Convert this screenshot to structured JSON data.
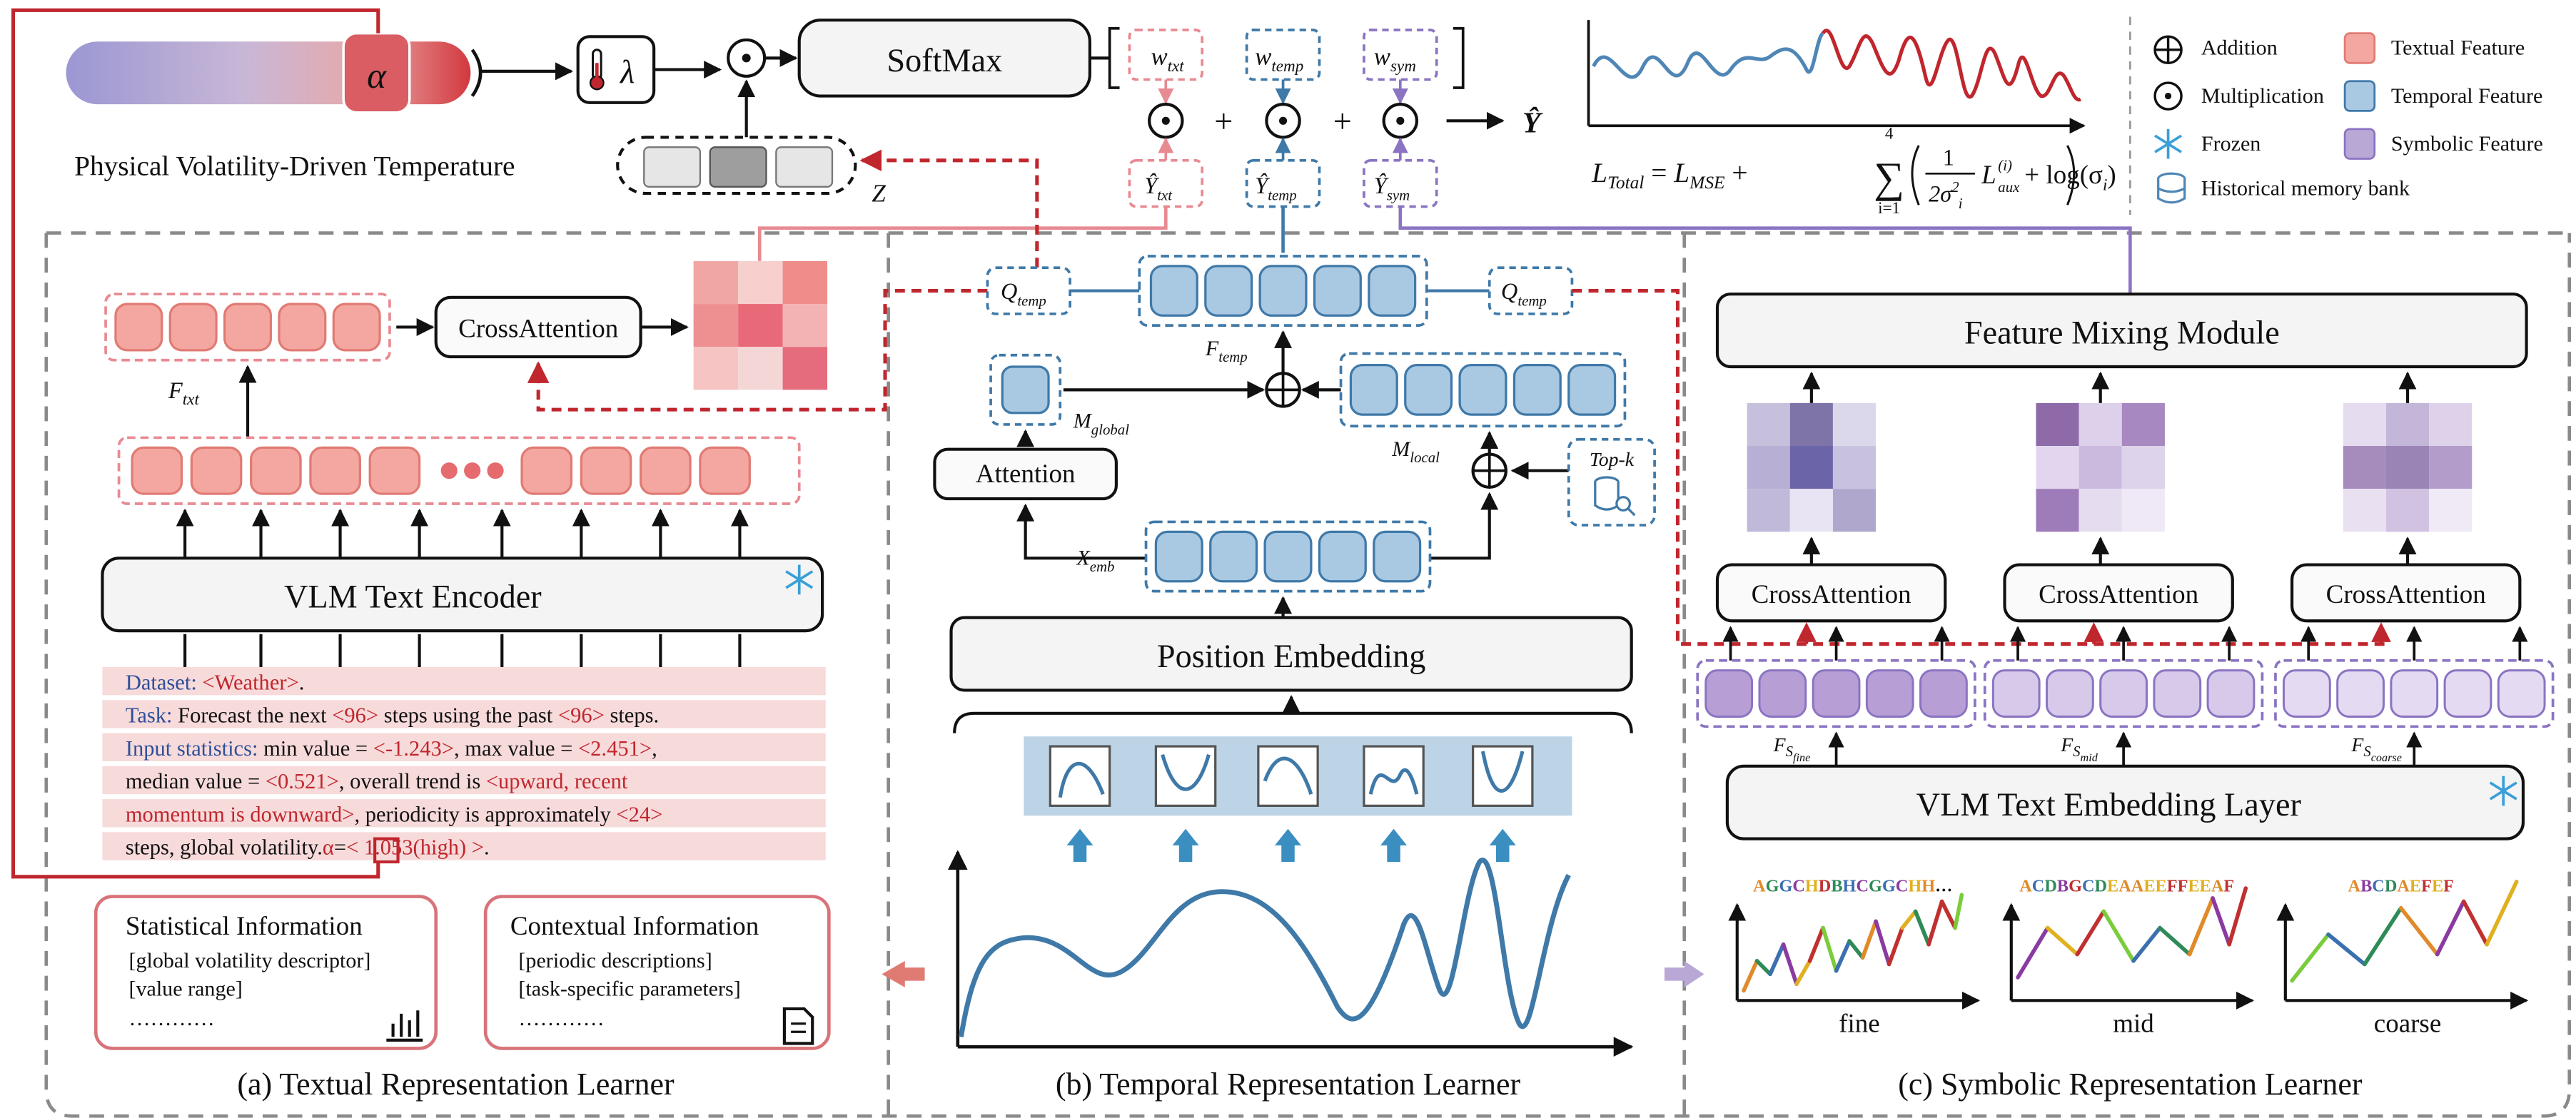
{
  "top": {
    "temperature_caption": "Physical Volatility-Driven Temperature",
    "alpha_symbol": "α",
    "lambda_symbol": "λ",
    "softmax_label": "SoftMax",
    "z_label": "Z",
    "weights": [
      "w",
      "w",
      "w"
    ],
    "weight_subs": [
      "txt",
      "temp",
      "sym"
    ],
    "yhat_subs": [
      "txt",
      "temp",
      "sym"
    ],
    "y_symbol": "Y",
    "y_output": "Ŷ",
    "plus": "+",
    "loss_formula_parts": {
      "lhs": "L",
      "lhs_sub": "Total",
      "eq": " = ",
      "mse": "L",
      "mse_sub": "MSE",
      "plus": " + ",
      "sum_top": "4",
      "sum_bottom": "i=1",
      "frac_num": "1",
      "frac_den": "2σ",
      "frac_den_sup": "2",
      "frac_den_sub": "i",
      "aux": "L",
      "aux_sup": "(i)",
      "aux_sub": "aux",
      "log_term": " + log(σ",
      "log_sub": "i",
      "log_close": ")"
    }
  },
  "legend": {
    "items": [
      {
        "icon": "addition-icon",
        "label": "Addition"
      },
      {
        "icon": "multiplication-icon",
        "label": "Multiplication"
      },
      {
        "icon": "frozen-icon",
        "label": "Frozen"
      },
      {
        "icon": "memory-bank-icon",
        "label": "Historical memory bank"
      },
      {
        "icon": "textual-swatch",
        "label": "Textual Feature",
        "color": "#f4a7a0"
      },
      {
        "icon": "temporal-swatch",
        "label": "Temporal Feature",
        "color": "#a9c8e2"
      },
      {
        "icon": "symbolic-swatch",
        "label": "Symbolic Feature",
        "color": "#b9a8d6"
      }
    ]
  },
  "panel_a": {
    "caption": "(a) Textual Representation Learner",
    "cross_attention": "CrossAttention",
    "f_txt": "F",
    "f_txt_sub": "txt",
    "encoder": "VLM Text Encoder",
    "prompt_lines": [
      [
        {
          "t": "Dataset: ",
          "c": "blue"
        },
        {
          "t": "<Weather>",
          "c": "red"
        },
        {
          "t": ".",
          "c": "black"
        }
      ],
      [
        {
          "t": "Task: ",
          "c": "blue"
        },
        {
          "t": "Forecast the next ",
          "c": "black"
        },
        {
          "t": "<96>",
          "c": "red"
        },
        {
          "t": " steps using the past ",
          "c": "black"
        },
        {
          "t": "<96>",
          "c": "red"
        },
        {
          "t": " steps.",
          "c": "black"
        }
      ],
      [
        {
          "t": "Input statistics: ",
          "c": "blue"
        },
        {
          "t": "min value = ",
          "c": "black"
        },
        {
          "t": "<-1.243>",
          "c": "red"
        },
        {
          "t": ", max value = ",
          "c": "black"
        },
        {
          "t": "<2.451>",
          "c": "red"
        },
        {
          "t": ",",
          "c": "black"
        }
      ],
      [
        {
          "t": "median value = ",
          "c": "black"
        },
        {
          "t": "<0.521>",
          "c": "red"
        },
        {
          "t": ", overall trend is ",
          "c": "black"
        },
        {
          "t": "<upward, recent",
          "c": "red"
        }
      ],
      [
        {
          "t": "momentum is downward>",
          "c": "red"
        },
        {
          "t": ", periodicity is approximately ",
          "c": "black"
        },
        {
          "t": "<24>",
          "c": "red"
        }
      ],
      [
        {
          "t": "steps, global volatility.",
          "c": "black"
        },
        {
          "t": "α",
          "c": "red"
        },
        {
          "t": "=",
          "c": "black"
        },
        {
          "t": "< 1.053(high) >",
          "c": "red"
        },
        {
          "t": ".",
          "c": "black"
        }
      ]
    ],
    "stat_title": "Statistical Information",
    "stat_items": [
      "[global volatility descriptor]",
      "[value range]",
      "…………"
    ],
    "ctx_title": "Contextual Information",
    "ctx_items": [
      "[periodic descriptions]",
      "[task-specific parameters]",
      "…………"
    ]
  },
  "panel_b": {
    "caption": "(b) Temporal Representation Learner",
    "q_temp": "Q",
    "q_temp_sub": "temp",
    "f_temp": "F",
    "f_temp_sub": "temp",
    "m_global": "M",
    "m_global_sub": "global",
    "m_local": "M",
    "m_local_sub": "local",
    "x_emb": "X",
    "x_emb_sub": "emb",
    "attention": "Attention",
    "topk": "Top-k",
    "position_embedding": "Position Embedding"
  },
  "panel_c": {
    "caption": "(c) Symbolic Representation Learner",
    "feature_mixing": "Feature Mixing Module",
    "cross_attention": "CrossAttention",
    "embedding_layer": "VLM Text Embedding Layer",
    "f_s": "F",
    "f_s_subs": [
      "S",
      "S",
      "S"
    ],
    "f_s_subsubs": [
      "fine",
      "mid",
      "coarse"
    ],
    "scales": [
      "fine",
      "mid",
      "coarse"
    ],
    "symbol_strings": [
      [
        {
          "t": "A",
          "c": "#e08a2a"
        },
        {
          "t": "G",
          "c": "#2e8b57"
        },
        {
          "t": "G",
          "c": "#3a6fb0"
        },
        {
          "t": "C",
          "c": "#8a3aa0"
        },
        {
          "t": "H",
          "c": "#e0b020"
        },
        {
          "t": "D",
          "c": "#c03030"
        },
        {
          "t": "B",
          "c": "#2e8b57"
        },
        {
          "t": "H",
          "c": "#3a6fb0"
        },
        {
          "t": "C",
          "c": "#8a3aa0"
        },
        {
          "t": "G",
          "c": "#2e8b57"
        },
        {
          "t": "G",
          "c": "#3a6fb0"
        },
        {
          "t": "C",
          "c": "#8a3aa0"
        },
        {
          "t": "H",
          "c": "#e0b020"
        },
        {
          "t": "H",
          "c": "#e08a2a"
        },
        {
          "t": "…",
          "c": "#111111"
        }
      ],
      [
        {
          "t": "A",
          "c": "#e08a2a"
        },
        {
          "t": "C",
          "c": "#3a6fb0"
        },
        {
          "t": "D",
          "c": "#2e8b57"
        },
        {
          "t": "B",
          "c": "#8a3aa0"
        },
        {
          "t": "G",
          "c": "#c03030"
        },
        {
          "t": "C",
          "c": "#3a6fb0"
        },
        {
          "t": "D",
          "c": "#2e8b57"
        },
        {
          "t": "E",
          "c": "#e0b020"
        },
        {
          "t": "A",
          "c": "#e08a2a"
        },
        {
          "t": "A",
          "c": "#e08a2a"
        },
        {
          "t": "E",
          "c": "#e0b020"
        },
        {
          "t": "E",
          "c": "#e0b020"
        },
        {
          "t": "F",
          "c": "#c03030"
        },
        {
          "t": "F",
          "c": "#c03030"
        },
        {
          "t": "E",
          "c": "#e0b020"
        },
        {
          "t": "E",
          "c": "#e0b020"
        },
        {
          "t": "A",
          "c": "#e08a2a"
        },
        {
          "t": "F",
          "c": "#c03030"
        }
      ],
      [
        {
          "t": "A",
          "c": "#e08a2a"
        },
        {
          "t": "B",
          "c": "#8a3aa0"
        },
        {
          "t": "C",
          "c": "#3a6fb0"
        },
        {
          "t": "D",
          "c": "#2e8b57"
        },
        {
          "t": "A",
          "c": "#e08a2a"
        },
        {
          "t": "E",
          "c": "#e0b020"
        },
        {
          "t": "F",
          "c": "#c03030"
        },
        {
          "t": "E",
          "c": "#e0b020"
        },
        {
          "t": "F",
          "c": "#c03030"
        }
      ]
    ]
  },
  "colors": {
    "textual": "#f4a7a0",
    "textual_stroke": "#e07b74",
    "temporal": "#a9c8e2",
    "temporal_stroke": "#3f79a8",
    "symbolic": "#c7b8e0",
    "symbolic_stroke": "#8b74c2",
    "red_line": "#c0262d",
    "dash_gray": "#888888"
  }
}
